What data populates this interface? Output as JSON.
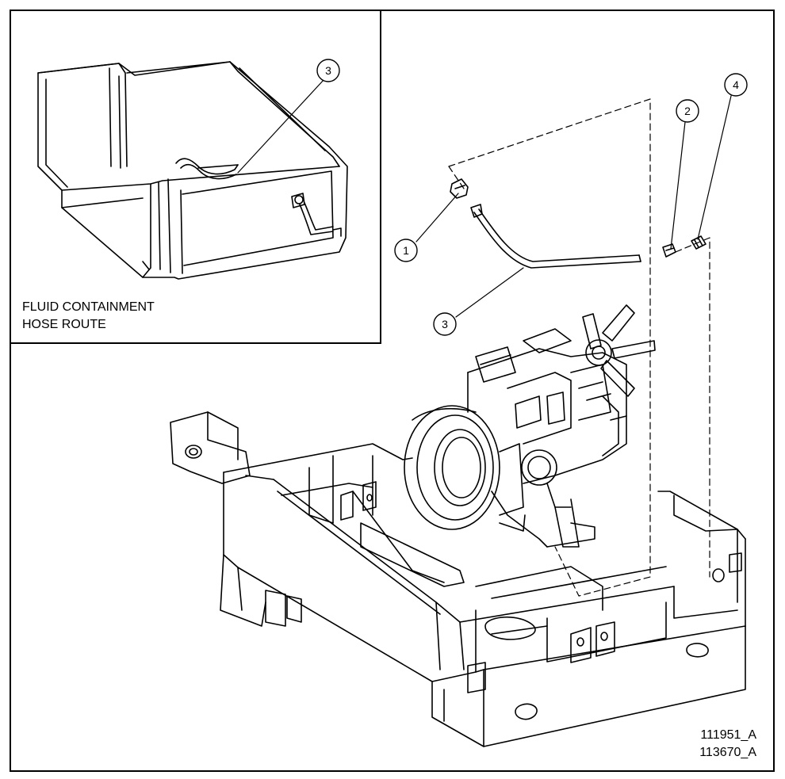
{
  "inset": {
    "caption_line1": "FLUID CONTAINMENT",
    "caption_line2": "HOSE ROUTE"
  },
  "callouts": {
    "inset_hose": "3",
    "fitting": "1",
    "elbow": "2",
    "cap": "4",
    "hose": "3"
  },
  "doc_numbers": [
    "111951_A",
    "113670_A"
  ]
}
